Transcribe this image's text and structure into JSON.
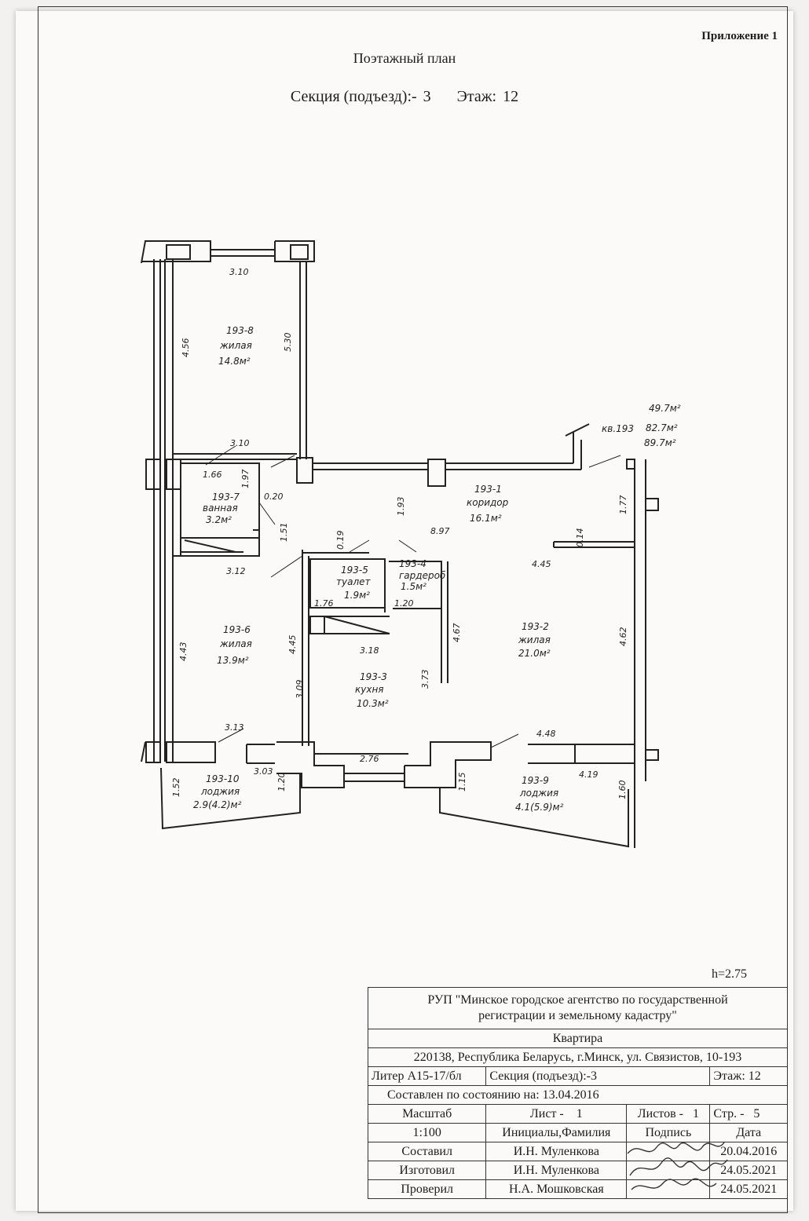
{
  "header": {
    "appendix": "Приложение 1",
    "title": "Поэтажный план",
    "section_label": "Секция (подъезд):-",
    "section_value": "3",
    "floor_label": "Этаж:",
    "floor_value": "12"
  },
  "plan": {
    "apartment": {
      "label": "кв.193",
      "areas": [
        "49.7м²",
        "82.7м²",
        "89.7м²"
      ]
    },
    "rooms": [
      {
        "id": "193-8",
        "name": "жилая",
        "area": "14.8м²"
      },
      {
        "id": "193-7",
        "name": "ванная",
        "area": "3.2м²"
      },
      {
        "id": "193-1",
        "name": "коридор",
        "area": "16.1м²"
      },
      {
        "id": "193-5",
        "name": "туалет",
        "area": "1.9м²"
      },
      {
        "id": "193-4",
        "name": "гардероб",
        "area": "1.5м²"
      },
      {
        "id": "193-6",
        "name": "жилая",
        "area": "13.9м²"
      },
      {
        "id": "193-3",
        "name": "кухня",
        "area": "10.3м²"
      },
      {
        "id": "193-2",
        "name": "жилая",
        "area": "21.0м²"
      },
      {
        "id": "193-10",
        "name": "лоджия",
        "area": "2.9(4.2)м²"
      },
      {
        "id": "193-9",
        "name": "лоджия",
        "area": "4.1(5.9)м²"
      }
    ],
    "dims": [
      "3.10",
      "4.56",
      "5.30",
      "3.10",
      "1.66",
      "1.97",
      "0.20",
      "1.51",
      "1.93",
      "8.97",
      "1.77",
      "0.14",
      "4.45",
      "0.19",
      "3.12",
      "1.76",
      "1.20",
      "4.67",
      "4.62",
      "4.43",
      "4.45",
      "3.18",
      "3.09",
      "3.73",
      "3.13",
      "3.03",
      "2.76",
      "4.48",
      "1.52",
      "1.20",
      "1.15",
      "4.19",
      "1.60"
    ],
    "height": "h=2.75"
  },
  "stamp": {
    "org_line1": "РУП \"Минское городское агентство по государственной",
    "org_line2": "регистрации и земельному кадастру\"",
    "object": "Квартира",
    "address": "220138, Республика Беларусь, г.Минск,  ул. Связистов, 10-193",
    "liter": "Литер А15-17/бл",
    "section": "Секция (подъезд):-3",
    "floor": "Этаж: 12",
    "state": "Составлен по состоянию на: 13.04.2016",
    "scale_label": "Масштаб",
    "sheet_label": "Лист -",
    "sheet_value": "1",
    "sheets_label": "Листов -",
    "sheets_value": "1",
    "page_label": "Стр. -",
    "page_value": "5",
    "scale_value": "1:100",
    "initials_label": "Инициалы,Фамилия",
    "signature_label": "Подпись",
    "date_label": "Дата",
    "rows": [
      {
        "role": "Составил",
        "name": "И.Н. Муленкова",
        "date": "20.04.2016"
      },
      {
        "role": "Изготовил",
        "name": "И.Н. Муленкова",
        "date": "24.05.2021"
      },
      {
        "role": "Проверил",
        "name": "Н.А. Мошковская",
        "date": "24.05.2021"
      }
    ]
  }
}
